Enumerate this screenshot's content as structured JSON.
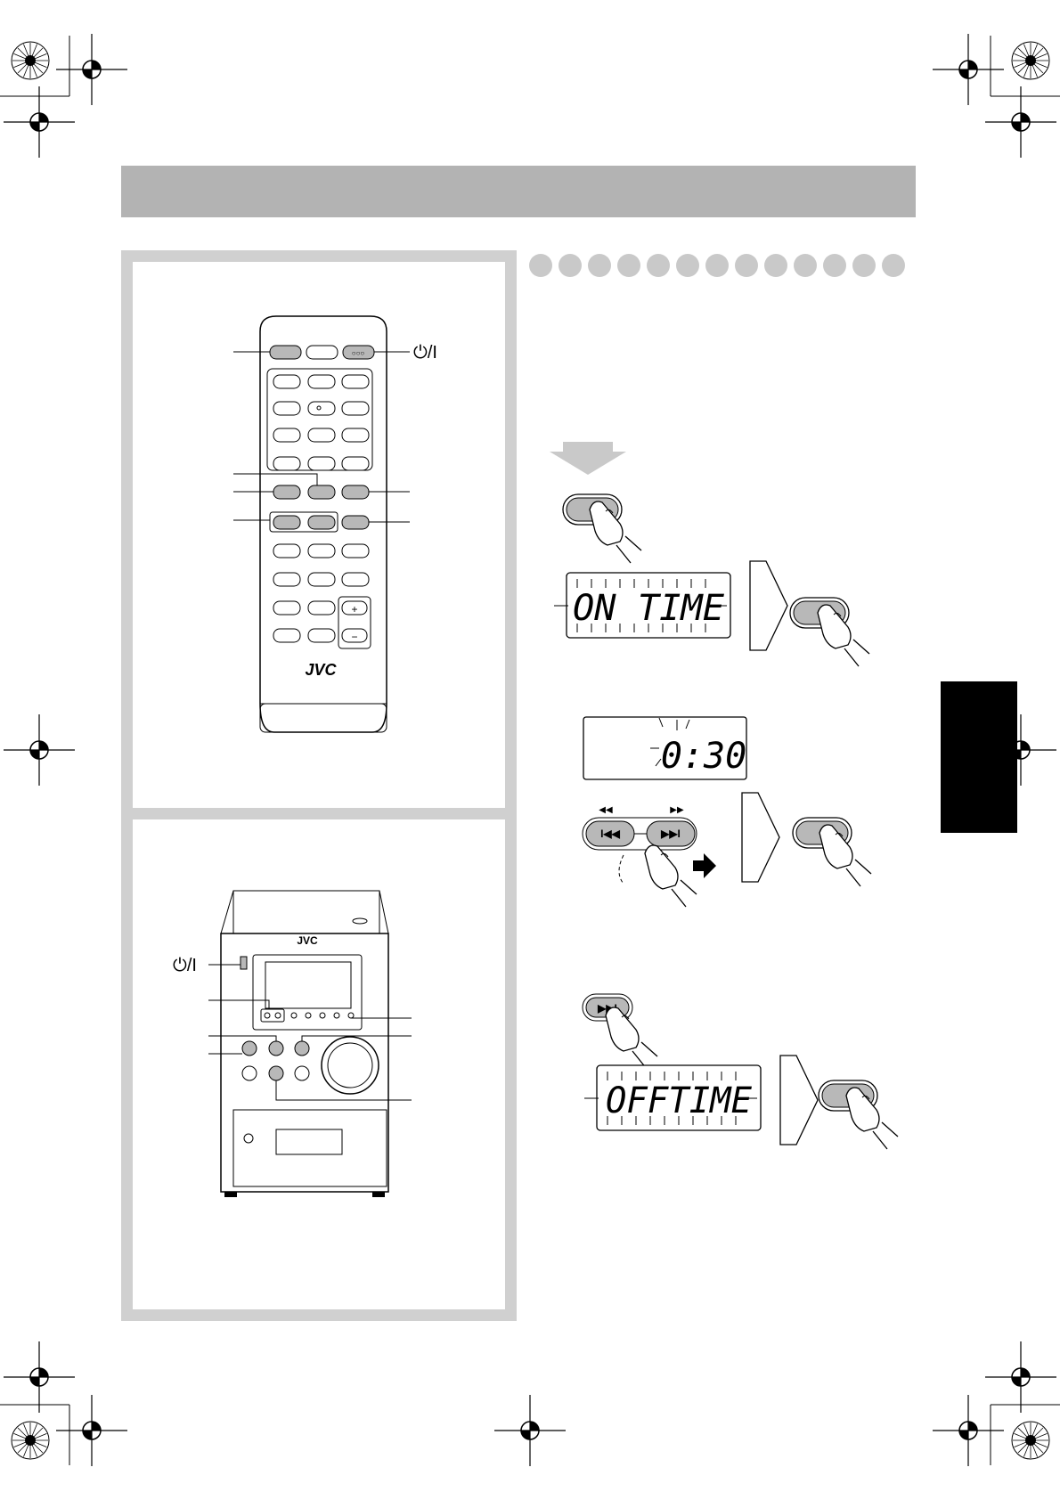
{
  "header": {
    "title": ""
  },
  "colors": {
    "band": "#b3b3b3",
    "panel_border": "#d0d0d0",
    "dot": "#c9c9c9",
    "button_gray": "#b8b8b8",
    "tab": "#000000"
  },
  "remote": {
    "brand": "JVC",
    "power_label": "⏻/I",
    "plus": "+",
    "minus": "−"
  },
  "unit": {
    "brand": "JVC",
    "power_label": "⏻/I"
  },
  "steps": {
    "display1": "ON TIME",
    "display2": "0:30",
    "display3": "OFFTIME",
    "rew_symbol": "◀◀",
    "ff_symbol": "▶▶"
  },
  "icons": [
    "hand-pointer-icon",
    "arrow-down-icon",
    "chevron-right-icon",
    "registration-mark-icon"
  ]
}
